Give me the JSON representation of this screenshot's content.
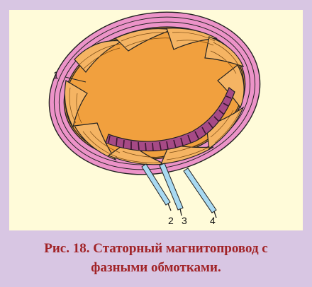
{
  "figure": {
    "labels": {
      "core": "1",
      "lead_a": "2",
      "lead_b": "3",
      "lead_c": "4"
    },
    "caption_line1": "Рис. 18. Статорный магнитопровод с",
    "caption_line2": "фазными обмотками."
  },
  "colors": {
    "background_frame": "#d8c6e3",
    "panel": "#fffbd9",
    "core_pink": "#ec93c8",
    "winding_orange": "#f1a03e",
    "wire_blue": "#a8d9f1",
    "caption_red": "#a12327"
  }
}
